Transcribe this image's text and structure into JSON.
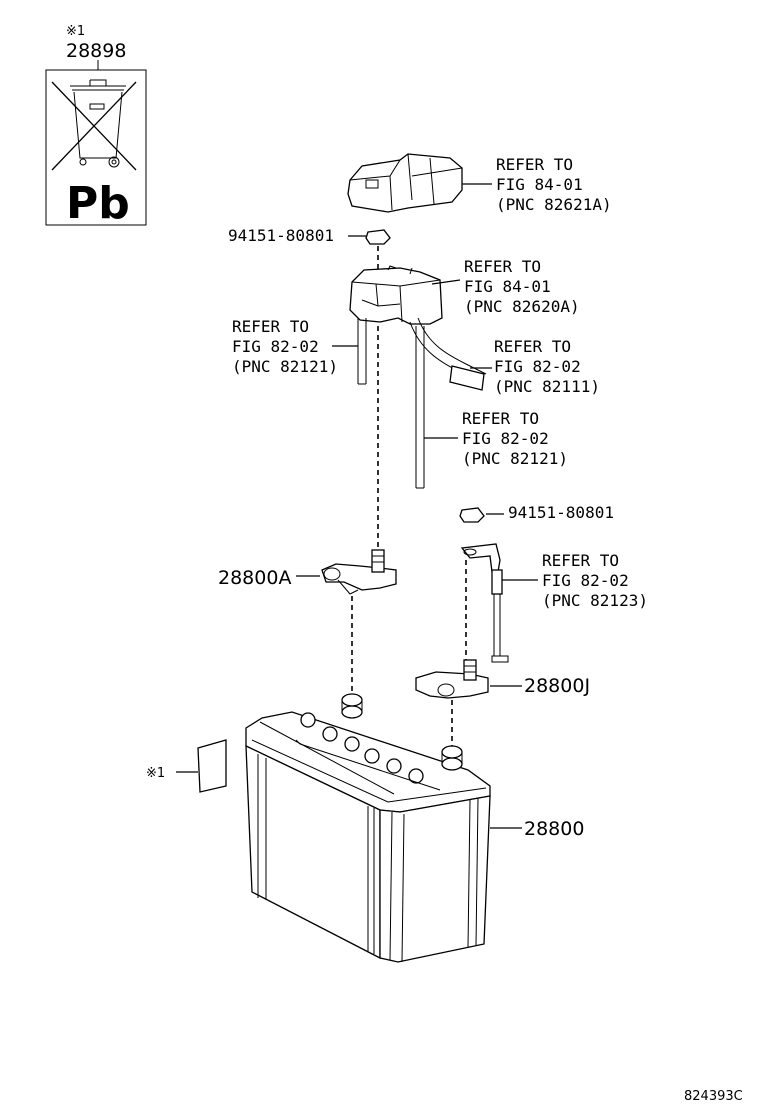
{
  "label_block": {
    "note_mark": "※1",
    "part_number": "28898",
    "pb_text": "Pb"
  },
  "callouts": {
    "refer_84_01_a": {
      "line1": "REFER TO",
      "line2": "FIG 84-01",
      "line3": "(PNC 82621A)"
    },
    "bolt_top": "94151-80801",
    "refer_84_01_b": {
      "line1": "REFER TO",
      "line2": "FIG 84-01",
      "line3": "(PNC 82620A)"
    },
    "refer_82_02_left": {
      "line1": "REFER TO",
      "line2": "FIG 82-02",
      "line3": "(PNC 82121)"
    },
    "refer_82_02_mid": {
      "line1": "REFER TO",
      "line2": "FIG 82-02",
      "line3": "(PNC 82111)"
    },
    "refer_82_02_low": {
      "line1": "REFER TO",
      "line2": "FIG 82-02",
      "line3": "(PNC 82121)"
    },
    "bolt_right": "94151-80801",
    "refer_82_02_right": {
      "line1": "REFER TO",
      "line2": "FIG 82-02",
      "line3": "(PNC 82123)"
    },
    "terminal_positive": "28800A",
    "terminal_negative": "28800J",
    "sticker_mark": "※1",
    "battery": "28800"
  },
  "figure_code": "824393C"
}
